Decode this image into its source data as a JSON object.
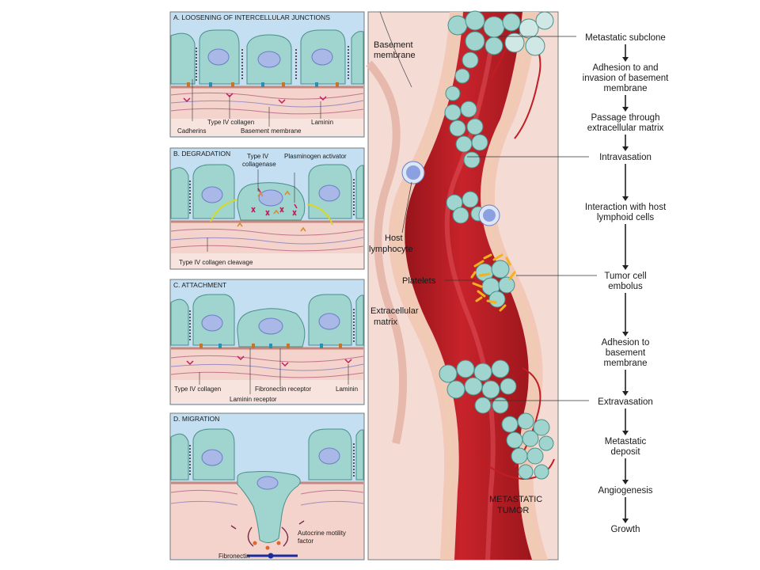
{
  "panels": [
    {
      "title": "A. LOOSENING OF INTERCELLULAR JUNCTIONS",
      "labels": {
        "cadherins": "Cadherins",
        "collagen": "Type IV collagen",
        "membrane": "Basement membrane",
        "laminin": "Laminin"
      }
    },
    {
      "title": "B. DEGRADATION",
      "labels": {
        "collagenase_1": "Type IV",
        "collagenase_2": "collagenase",
        "plasminogen": "Plasminogen activator",
        "cleavage": "Type IV collagen cleavage"
      }
    },
    {
      "title": "C. ATTACHMENT",
      "labels": {
        "collagen": "Type IV collagen",
        "laminin_receptor": "Laminin receptor",
        "fibronectin_receptor": "Fibronectin receptor",
        "laminin": "Laminin"
      }
    },
    {
      "title": "D. MIGRATION",
      "labels": {
        "motility_1": "Autocrine motility",
        "motility_2": "factor",
        "fibronectin": "Fibronectin"
      }
    }
  ],
  "vessel_labels": {
    "basement_1": "Basement",
    "basement_2": "membrane",
    "lymphocyte_1": "Host",
    "lymphocyte_2": "lymphocyte",
    "platelets": "Platelets",
    "ecm_1": "Extracellular",
    "ecm_2": "matrix",
    "tumor_1": "METASTATIC",
    "tumor_2": "TUMOR"
  },
  "steps": [
    {
      "lines": [
        "Metastatic subclone"
      ]
    },
    {
      "lines": [
        "Adhesion to and",
        "invasion of basement",
        "membrane"
      ]
    },
    {
      "lines": [
        "Passage through",
        "extracellular matrix"
      ]
    },
    {
      "lines": [
        "Intravasation"
      ]
    },
    {
      "lines": [
        "Interaction with host",
        "lymphoid cells"
      ]
    },
    {
      "lines": [
        "Tumor cell",
        "embolus"
      ]
    },
    {
      "lines": [
        "Adhesion to",
        "basement",
        "membrane"
      ]
    },
    {
      "lines": [
        "Extravasation"
      ]
    },
    {
      "lines": [
        "Metastatic",
        "deposit"
      ]
    },
    {
      "lines": [
        "Angiogenesis"
      ]
    },
    {
      "lines": [
        "Growth"
      ]
    }
  ],
  "colors": {
    "cell": "#9fd4cf",
    "nucleus": "#a9b8e6",
    "blue_bg": "#c4dff2",
    "tissue": "#f3d3cb",
    "vessel": "#c21d25",
    "vessel_dark": "#96141a",
    "wall": "#f2c8b6",
    "platelet": "#f2b21c"
  }
}
